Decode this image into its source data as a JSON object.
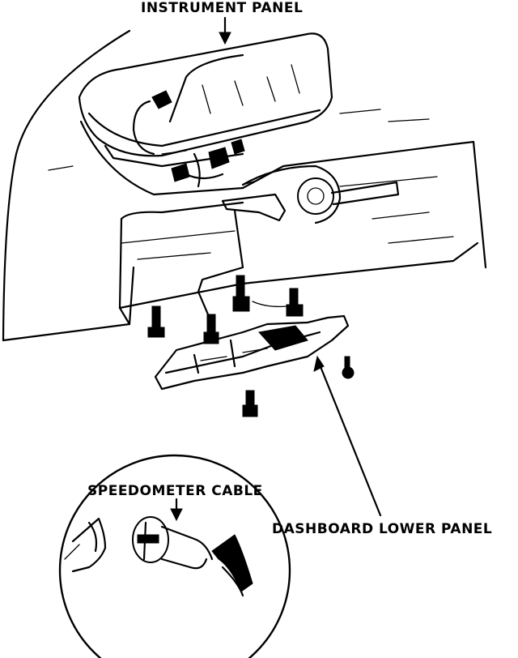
{
  "labels": {
    "instrument_panel": "INSTRUMENT PANEL",
    "speedometer_cable": "SPEEDOMETER CABLE",
    "dashboard_lower_panel": "DASHBOARD LOWER PANEL"
  },
  "colors": {
    "ink": "#000000",
    "paper": "#ffffff"
  }
}
